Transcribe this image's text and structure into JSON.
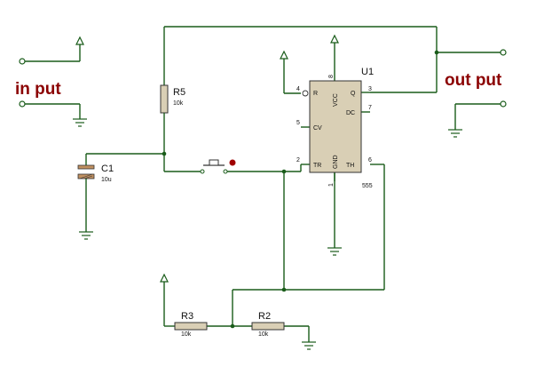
{
  "labels": {
    "input": "in put",
    "output": "out put"
  },
  "u1": {
    "ref": "U1",
    "part": "555",
    "pins": {
      "r": "R",
      "vcc": "VCC",
      "q": "Q",
      "dc": "DC",
      "cv": "CV",
      "tr": "TR",
      "gnd": "GND",
      "th": "TH"
    },
    "pin_numbers": {
      "r": "4",
      "vcc": "8",
      "q": "3",
      "dc": "7",
      "cv": "5",
      "tr": "2",
      "gnd": "1",
      "th": "6"
    }
  },
  "r5": {
    "ref": "R5",
    "value": "10k"
  },
  "c1": {
    "ref": "C1",
    "value": "10u"
  },
  "r3": {
    "ref": "R3",
    "value": "10k"
  },
  "r2": {
    "ref": "R2",
    "value": "10k"
  },
  "colors": {
    "wire": "#1a5c1a",
    "label": "#8b0000",
    "component_body": "#d9cfb5",
    "capacitor_plate": "#c09060",
    "button_dot": "#a00000"
  }
}
